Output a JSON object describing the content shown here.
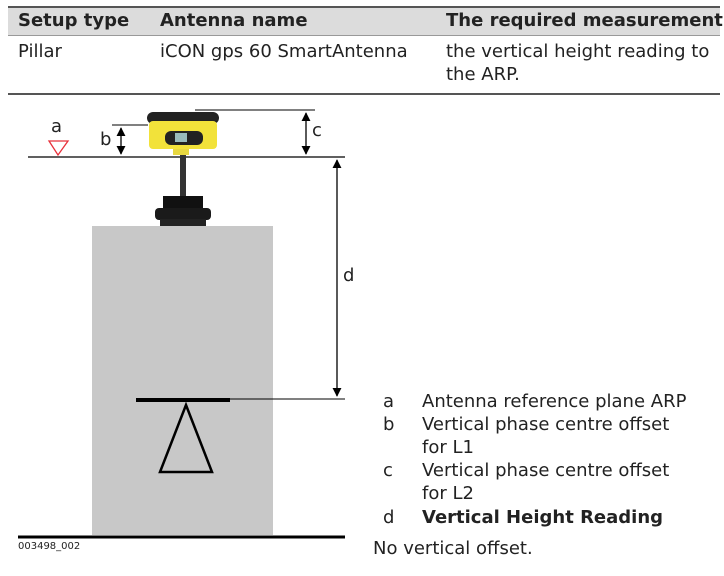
{
  "table": {
    "headers": [
      "Setup type",
      "Antenna name",
      "The required measurement"
    ],
    "row": {
      "setup_type": "Pillar",
      "antenna_name": "iCON gps 60 SmartAntenna",
      "measurement_line1": "the vertical height reading to",
      "measurement_line2": "the ARP."
    }
  },
  "figure": {
    "labels": {
      "a": "a",
      "b": "b",
      "c": "c",
      "d": "d"
    },
    "figure_id": "003498_002",
    "colors": {
      "antenna": "#f2e23a",
      "pillar": "#c8c8c8",
      "arp_marker": "#e8303a"
    }
  },
  "legend": [
    {
      "key": "a",
      "line1": "Antenna reference plane ARP"
    },
    {
      "key": "b",
      "line1": "Vertical phase centre offset",
      "line2": "for L1"
    },
    {
      "key": "c",
      "line1": "Vertical phase centre offset",
      "line2": "for L2"
    },
    {
      "key": "d",
      "line1": "Vertical Height Reading"
    }
  ],
  "note": "No vertical offset."
}
